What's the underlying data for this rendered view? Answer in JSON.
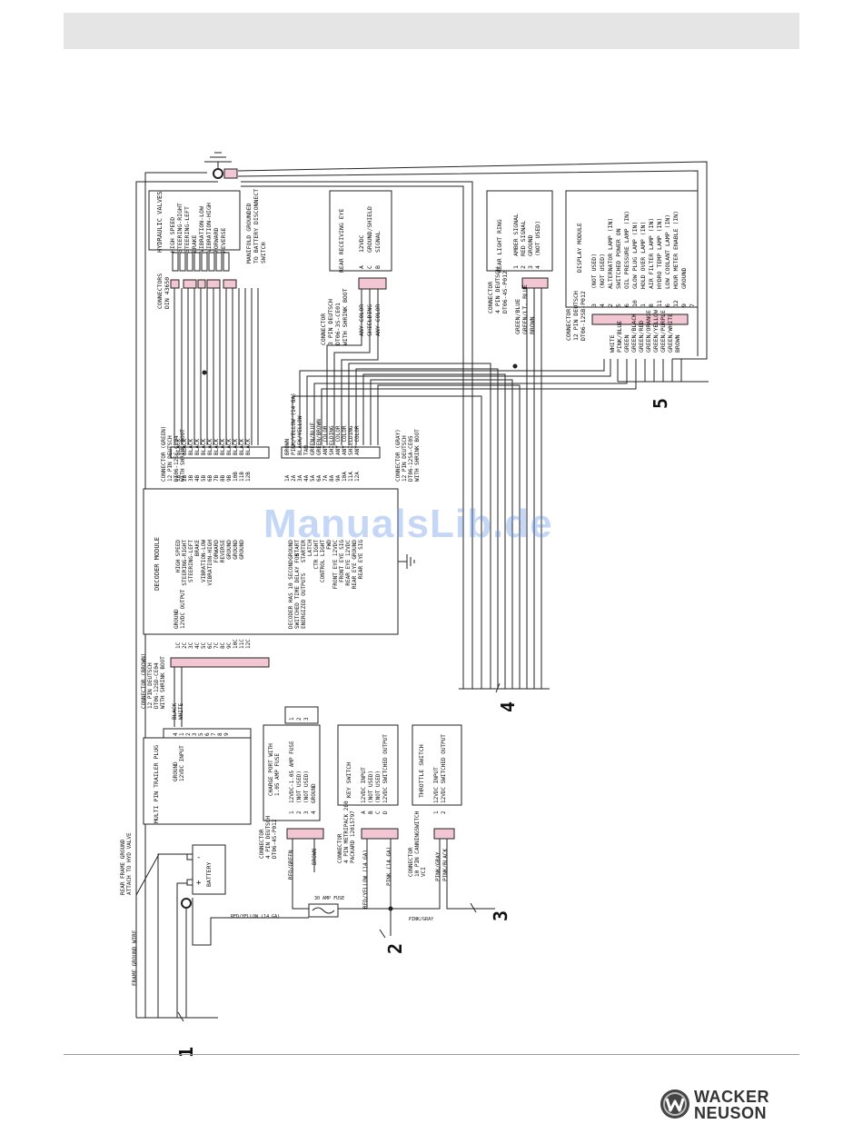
{
  "watermark": "ManualsLib.de",
  "brand": {
    "line1": "WACKER",
    "line2": "NEUSON"
  },
  "colors": {
    "connector_fill": "#f2c6d2",
    "line": "#222222",
    "header_bar": "#e5e5e5",
    "watermark": "#5a8ce6"
  },
  "markers": [
    "1",
    "2",
    "3",
    "4",
    "5"
  ],
  "components": {
    "hydraulic_valves": {
      "title": "HYDRAULIC VALVES",
      "items": [
        "HIGH SPEED",
        "STEERING-RIGHT",
        "STEERING-LEFT",
        "BRAKE",
        "VIBRATION-LOW",
        "VIBRATION-HIGH",
        "FORWARD",
        "REVERSE"
      ],
      "note": [
        "MANIFOLD GROUNDED",
        "TO BATTERY DISCONNECT",
        "SWITCH"
      ],
      "connector": [
        "CONNECTORS",
        "DIN 43650"
      ]
    },
    "rear_receiving_eye": {
      "title": "REAR RECEIVING EYE",
      "pins": [
        "A",
        "C",
        "B"
      ],
      "signals": [
        "12VDC",
        "GROUND/SHIELD",
        "SIGNAL"
      ],
      "connector": [
        "CONNECTOR",
        "3 PIN DEUTSCH",
        "DT06-3S-CE01",
        "WITH SHRINK BOOT"
      ],
      "wires": [
        "ANY COLOR",
        "SHIELDING",
        "ANY COLOR"
      ]
    },
    "rear_light_ring": {
      "title": "REAR LIGHT RING",
      "pins": [
        "1",
        "2",
        "3",
        "4"
      ],
      "signals": [
        "AMBER SIGNAL",
        "RED SIGNAL",
        "GROUND",
        "(NOT USED)"
      ],
      "connector": [
        "CONNECTOR",
        "4 PIN DEUTSCH",
        "DT06-4S-P012"
      ],
      "wires": [
        "GREEN/BLUE",
        "GREEN/LT. BLUE",
        "BROWN"
      ]
    },
    "display_module": {
      "title": "DISPLAY MODULE",
      "pins": [
        "3",
        "4",
        "2",
        "5",
        "6",
        "10",
        "1",
        "8",
        "11",
        "6",
        "12",
        "9",
        "7"
      ],
      "signals": [
        "(NOT USED)",
        "(NOT USED)",
        "ALTERNATOR LAMP (IN)",
        "SWITCHED POWER ON",
        "OIL PRESSURE LAMP (IN)",
        "GLOW PLUG LAMP (IN)",
        "HOLD OVER LAMP (IN)",
        "AIR FILTER LAMP (IN)",
        "HYDRO TEMP LAMP (IN)",
        "LOW COOLANT LAMP (IN)",
        "HOUR METER ENABLE (IN)",
        "GROUND"
      ],
      "connector": [
        "CONNECTOR",
        "12 PIN DEUTSCH",
        "DT06-12SB-P012"
      ],
      "wires": [
        "WHITE",
        "PINK/BLUE",
        "GREEN",
        "GREEN/BLACK",
        "GREEN/RED",
        "GREEN/ORANGE",
        "GREEN/YELLOW",
        "GREEN/PURPLE",
        "GREEN/WHITE",
        "BROWN"
      ]
    },
    "decoder_module": {
      "title": "DECODER MODULE",
      "outputs": [
        "HIGH SPEED",
        "STEERING-RIGHT",
        "STEERING-LEFT",
        "BRAKE",
        "VIBRATION-LOW",
        "VIBRATION-HIGH",
        "FORWARD",
        "REVERSE",
        "GROUND",
        "GROUND",
        "GROUND"
      ],
      "inputs": [
        "GROUND",
        "START",
        "STARTER",
        "LATCH",
        "CTR LIGHT",
        "CONTROL LIGHT",
        "FWD",
        "FRONT EYE 12VDC",
        "FRONT EYE SIG",
        "REAR EYE 12VDC",
        "REAR EYE GROUND",
        "REAR EYE SIG"
      ],
      "power": [
        "GROUND",
        "12VDC OUTPUT"
      ],
      "note": [
        "DECODER HAS 10 SECOND",
        "SWITCHED TIME DELAY FOR",
        "ENERGIZED OUTPUTS"
      ]
    },
    "connector_green": {
      "label": [
        "CONNECTOR (GREEN)",
        "12 PIN DEUTSCH",
        "DT06-12SC-CE04",
        "WITH SHRINK BOOT"
      ],
      "pins": [
        "1B",
        "2B",
        "3B",
        "4B",
        "5B",
        "6B",
        "7B",
        "8B",
        "9B",
        "10B",
        "11B",
        "12B"
      ],
      "wires": [
        "BLACK",
        "BLACK",
        "BLACK",
        "BLACK",
        "BLACK",
        "BLACK",
        "BLACK",
        "BLACK",
        "BLACK",
        "BLACK",
        "BLACK",
        "BLACK"
      ]
    },
    "connector_gray": {
      "label": [
        "CONNECTOR (GRAY)",
        "12 PIN DEUTSCH",
        "DT06-12SA-CE05",
        "WITH SHRINK BOOT"
      ],
      "pins": [
        "1A",
        "2A",
        "3A",
        "4A",
        "5A",
        "6A",
        "7A",
        "8A",
        "9A",
        "10A",
        "11A",
        "12A"
      ],
      "wires": [
        "BROWN",
        "PINK/YELLOW (14 GA)",
        "BLACK/YELLOW",
        "TAN",
        "GREEN/BLUE",
        "GREEN/BROWN",
        "ANY COLOR",
        "SHIELDING",
        "ANY COLOR",
        "ANY COLOR",
        "SHIELDING",
        "ANY COLOR"
      ]
    },
    "connector_brown": {
      "label": [
        "CONNECTOR (BROWN)",
        "12 PIN DEUTSCH",
        "DT06-12SD-CE04",
        "WITH SHRINK BOOT"
      ],
      "pins": [
        "1C",
        "2C",
        "3C",
        "4C",
        "5C",
        "6C",
        "7C",
        "8C",
        "9C",
        "10C",
        "11C",
        "12C"
      ]
    },
    "trailer_plug": {
      "title": "MULTI PIN TRAILER PLUG",
      "pins": [
        "4",
        "1",
        "2",
        "3",
        "5",
        "6",
        "7",
        "8",
        "9"
      ],
      "signals": [
        "GROUND",
        "12VDC INPUT"
      ],
      "wires": [
        "BLACK",
        "WHITE"
      ]
    },
    "charge_port": {
      "title": [
        "CHARGE PORT WITH",
        "1.05 AMP FUSE"
      ],
      "pins": [
        "1",
        "2",
        "3",
        "4"
      ],
      "signals": [
        "12VDC-1.05 AMP FUSE",
        "(NOT USED)",
        "(NOT USED)",
        "GROUND"
      ],
      "connector": [
        "CONNECTOR",
        "4 PIN DEUTSCH",
        "DT06-4S-P012"
      ],
      "wires": [
        "RED/GREEN",
        "BROWN"
      ]
    },
    "key_switch": {
      "title": "KEY SWITCH",
      "pins": [
        "A",
        "B",
        "C",
        "D"
      ],
      "signals": [
        "12VDC INPUT",
        "(NOT USED)",
        "(NOT USED)",
        "12VDC SWITCHED OUTPUT"
      ],
      "connector": [
        "CONNECTOR",
        "4 PIN METRIPACK 280",
        "PACKARD 12015797"
      ],
      "wires": [
        "RED/YELLOW (14 GA)",
        "PINK (14 GA)"
      ]
    },
    "throttle_switch": {
      "title": "THROTTLE SWITCH",
      "pins": [
        "1",
        "2"
      ],
      "signals": [
        "12VDC INPUT",
        "12VDC SWITCHED OUTPUT"
      ],
      "connector": [
        "CONNECTOR",
        "10 PIN CANNINGSWITCH",
        "VCI"
      ],
      "wires": [
        "PINK/GRAY",
        "PINK/BLACK"
      ]
    },
    "battery": {
      "label": "BATTERY",
      "plus": "+",
      "minus": "-"
    },
    "fuse": {
      "label": "30 AMP FUSE"
    },
    "frame_ground": {
      "ground_wire": "FRAME GROUND WIRE",
      "rear_ground": [
        "REAR FRAME GROUND",
        "ATTACH TO HYD VALVE"
      ]
    },
    "misc_wires": {
      "red_yellow": "RED/YELLOW (14 GA)",
      "pink_gray": "PINK/GRAY"
    }
  }
}
